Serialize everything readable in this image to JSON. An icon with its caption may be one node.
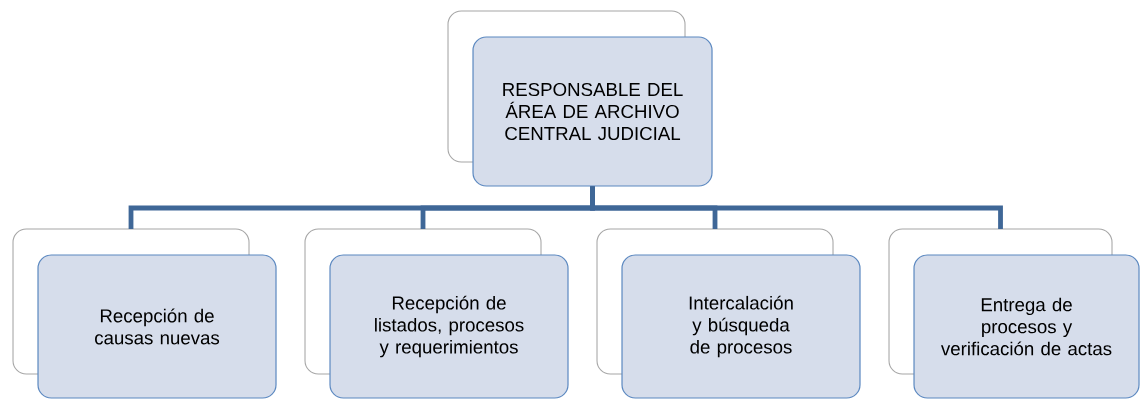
{
  "diagram": {
    "nodes": [
      {
        "text": [
          "RESPONSABLE DEL ÁREA DE ARCHIVO CENTRAL JUDICIAL"
        ]
      },
      {
        "text": [
          "Recepción de causas nuevas"
        ]
      },
      {
        "text": [
          "Recepción de listados, procesos y requerimientos"
        ]
      },
      {
        "text": [
          "Intercalación y búsqueda de procesos"
        ]
      },
      {
        "text": [
          "Entrega de procesos y verificación de actas"
        ]
      }
    ],
    "edges": [
      {
        "from": 0,
        "to": 1,
        "arrow": "none"
      },
      {
        "from": 0,
        "to": 2,
        "arrow": "none"
      },
      {
        "from": 0,
        "to": 3,
        "arrow": "none"
      },
      {
        "from": 0,
        "to": 4,
        "arrow": "none"
      }
    ]
  }
}
